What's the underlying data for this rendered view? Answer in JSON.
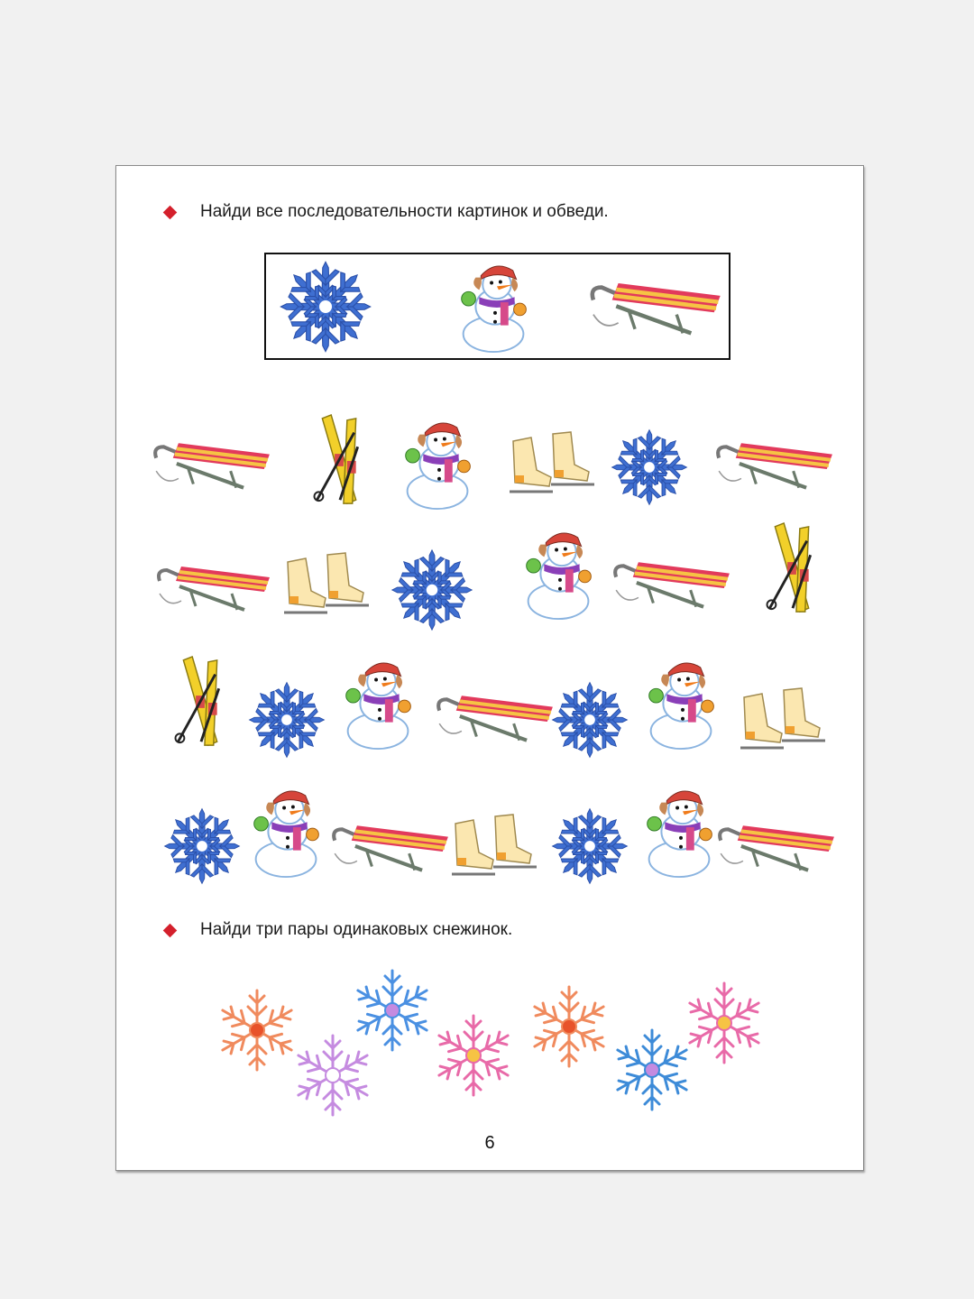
{
  "tasks": [
    {
      "text": "Найди все последовательности картинок и обведи."
    },
    {
      "text": "Найди три пары одинаковых снежинок."
    }
  ],
  "sample_sequence": [
    "snowflake-icon",
    "snowman-icon",
    "sled-icon"
  ],
  "rows": [
    [
      "sled-icon",
      "skis-icon",
      "snowman-icon",
      "skates-icon",
      "snowflake-icon",
      "sled-icon"
    ],
    [
      "sled-icon",
      "skates-icon",
      "snowflake-icon",
      "snowman-icon",
      "sled-icon",
      "skis-icon"
    ],
    [
      "skis-icon",
      "snowflake-icon",
      "snowman-icon",
      "sled-icon",
      "snowflake-icon",
      "snowman-icon",
      "skates-icon"
    ],
    [
      "snowflake-icon",
      "snowman-icon",
      "sled-icon",
      "skates-icon",
      "snowflake-icon",
      "snowman-icon",
      "sled-icon"
    ]
  ],
  "snowflakes": [
    {
      "color": "#f08a5d",
      "center": "#e8522a"
    },
    {
      "color": "#c58be0",
      "center": "#ffffff"
    },
    {
      "color": "#4a90e2",
      "center": "#c58be0"
    },
    {
      "color": "#e86aa8",
      "center": "#f6c344"
    },
    {
      "color": "#f08a5d",
      "center": "#e8522a"
    },
    {
      "color": "#3d8bd8",
      "center": "#c58be0"
    },
    {
      "color": "#e86aa8",
      "center": "#f6c344"
    }
  ],
  "page_number": "6",
  "colors": {
    "bullet": "#d4202c",
    "snowflake_blue": "#3f6fd1"
  }
}
